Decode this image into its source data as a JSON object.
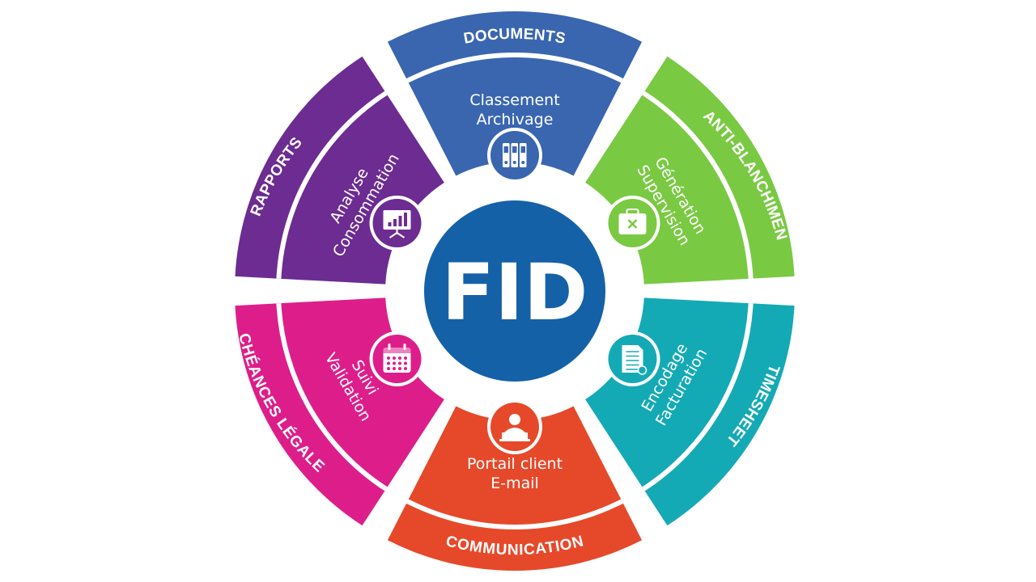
{
  "center": {
    "label": "FID",
    "color": "#1561a8"
  },
  "segments": [
    {
      "key": "documents",
      "title": "DOCUMENTS",
      "lines": [
        "Classement",
        "Archivage"
      ],
      "color": "#3a66b0",
      "icon": "binders-icon"
    },
    {
      "key": "anti-blanchiment",
      "title": "ANTI-BLANCHIMENT",
      "lines": [
        "Génération",
        "Supervision"
      ],
      "color": "#7ac943",
      "icon": "briefcase-icon"
    },
    {
      "key": "timesheet",
      "title": "TIMESHEET",
      "lines": [
        "Encodage",
        "Facturation"
      ],
      "color": "#14aab5",
      "icon": "document-icon"
    },
    {
      "key": "communication",
      "title": "COMMUNICATION",
      "lines": [
        "Portail client",
        "E-mail"
      ],
      "color": "#e6492a",
      "icon": "user-laptop-icon"
    },
    {
      "key": "echeances-legales",
      "title": "ÉCHÉANCES LÉGALES",
      "lines": [
        "Suivi",
        "Validation"
      ],
      "color": "#dd1e8a",
      "icon": "calendar-icon"
    },
    {
      "key": "rapports",
      "title": "RAPPORTS",
      "lines": [
        "Analyse",
        "Consommation"
      ],
      "color": "#6d2c91",
      "icon": "presentation-icon"
    }
  ]
}
